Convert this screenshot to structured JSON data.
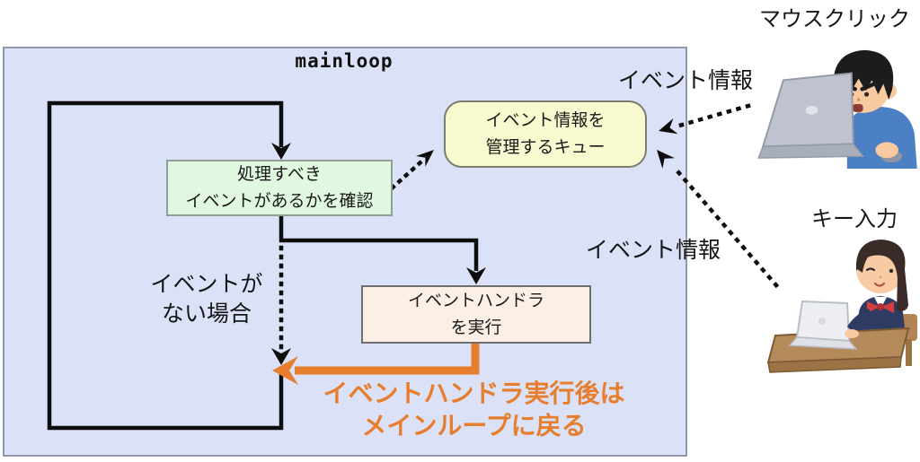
{
  "diagram": {
    "mainloop_label": "mainloop",
    "boxes": {
      "check_events": {
        "line1": "処理すべき",
        "line2": "イベントがあるかを確認",
        "fill": "#e0f7e0"
      },
      "event_queue": {
        "line1": "イベント情報を",
        "line2": "管理するキュー",
        "fill": "#f9f9d0"
      },
      "run_handler": {
        "line1": "イベントハンドラ",
        "line2": "を実行",
        "fill": "#fcefe6"
      }
    },
    "labels": {
      "no_event_line1": "イベントが",
      "no_event_line2": "ない場合",
      "event_info_top": "イベント情報",
      "event_info_bottom": "イベント情報",
      "mouse_click": "マウスクリック",
      "key_input": "キー入力",
      "return_note_line1": "イベントハンドラ実行後は",
      "return_note_line2": "メインループに戻る"
    },
    "illustrations": {
      "mouse_user": "boy-at-gray-laptop",
      "keyboard_user": "girl-at-white-laptop-on-desk"
    },
    "colors": {
      "container_bg": "#dbe2f7",
      "container_border": "#8f98ad",
      "line_black": "#0d0d0d",
      "accent_orange": "#e67e2e",
      "check_box_fill": "#e0f7e0",
      "queue_box_fill": "#f9f9d0",
      "handler_box_fill": "#fcefe6"
    }
  }
}
